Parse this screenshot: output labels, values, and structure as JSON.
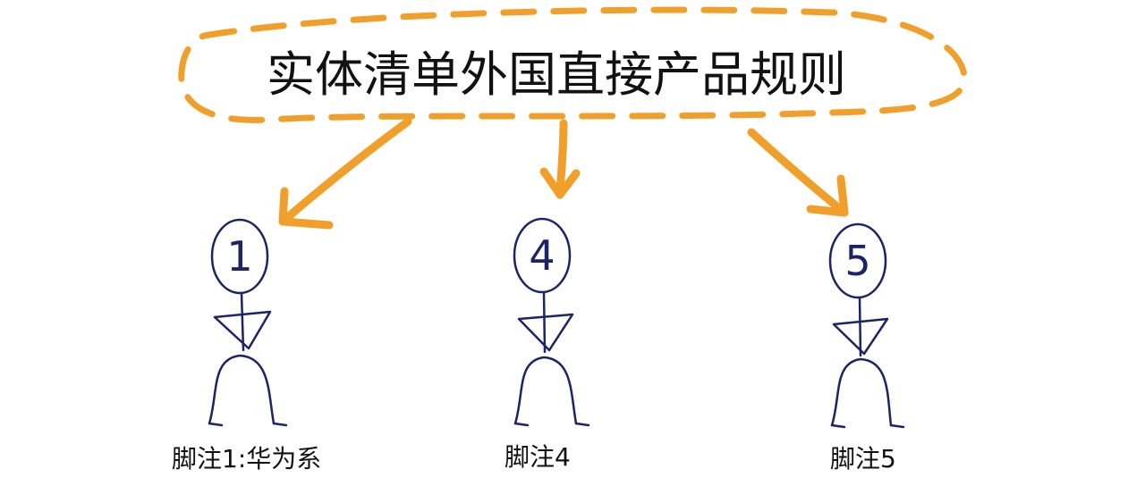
{
  "title": "实体清单外国直接产品规则",
  "colors": {
    "accent": "#f0a02a",
    "ink": "#1b2466",
    "text": "#111111"
  },
  "figures": [
    {
      "head_label": "1",
      "caption": "脚注1:华为系"
    },
    {
      "head_label": "4",
      "caption": "脚注4"
    },
    {
      "head_label": "5",
      "caption": "脚注5"
    }
  ]
}
